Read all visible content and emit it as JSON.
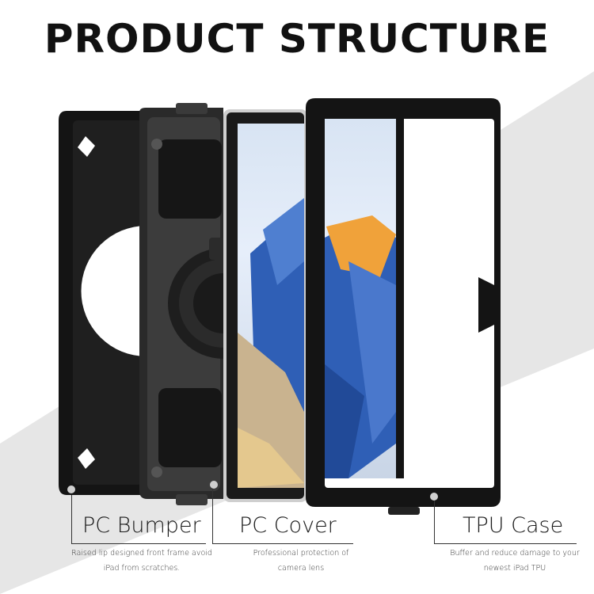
{
  "title": "PRODUCT STRUCTURE",
  "colors": {
    "background": "#ffffff",
    "band": "#e6e6e6",
    "case_black": "#151515",
    "screen_blue": "#2f5fb6",
    "screen_orange": "#f0a23a"
  },
  "components": [
    {
      "name": "PC Bumper",
      "description_lines": [
        "Raised lip designed front frame avoid",
        "iPad from scratches."
      ]
    },
    {
      "name": "PC Cover",
      "description_lines": [
        "Professional protection of",
        "camera lens"
      ]
    },
    {
      "name": "TPU Case",
      "description_lines": [
        "Buffer and reduce damage to your",
        "newest  iPad TPU"
      ]
    }
  ]
}
